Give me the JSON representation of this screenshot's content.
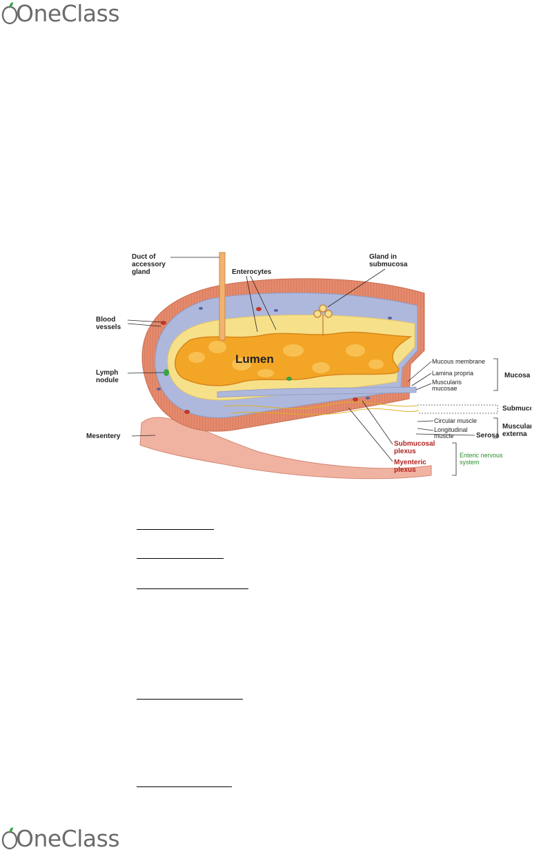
{
  "brand": {
    "name": "OneClass",
    "logo_icon": "apple-leaf-icon",
    "accent": "#3aa346"
  },
  "figure": {
    "center_label": "Lumen",
    "labels": {
      "duct": [
        "Duct of",
        "accessory",
        "gland"
      ],
      "enterocytes": "Enterocytes",
      "gland": [
        "Gland in",
        "submucosa"
      ],
      "blood_vessels": [
        "Blood",
        "vessels"
      ],
      "lymph_nodule": [
        "Lymph",
        "nodule"
      ],
      "mesentery": "Mesentery",
      "mucous_membrane": "Mucous membrane",
      "lamina_propria": "Lamina propria",
      "muscularis_mucosae": [
        "Muscularis",
        "mucosae"
      ],
      "mucosa": "Mucosa",
      "submucosa": "Submucosa",
      "circular_muscle": "Circular muscle",
      "longitudinal_muscle": [
        "Longitudinal",
        "muscle"
      ],
      "muscularis_externa": [
        "Muscularis",
        "externa"
      ],
      "serosa": "Serosa",
      "submucosal_plexus": [
        "Submucosal",
        "plexus"
      ],
      "myenteric_plexus": [
        "Myenteric",
        "plexus"
      ],
      "enteric_nervous_system": [
        "Enteric nervous",
        "system"
      ]
    },
    "colors": {
      "plexus": "#b22222",
      "enteric": "#2e8b2e",
      "submucosa": "#aeb8dc",
      "mucosa_layer": "#f7e08a",
      "lumen": "#f3a526",
      "muscle": "#e58a6c"
    }
  }
}
